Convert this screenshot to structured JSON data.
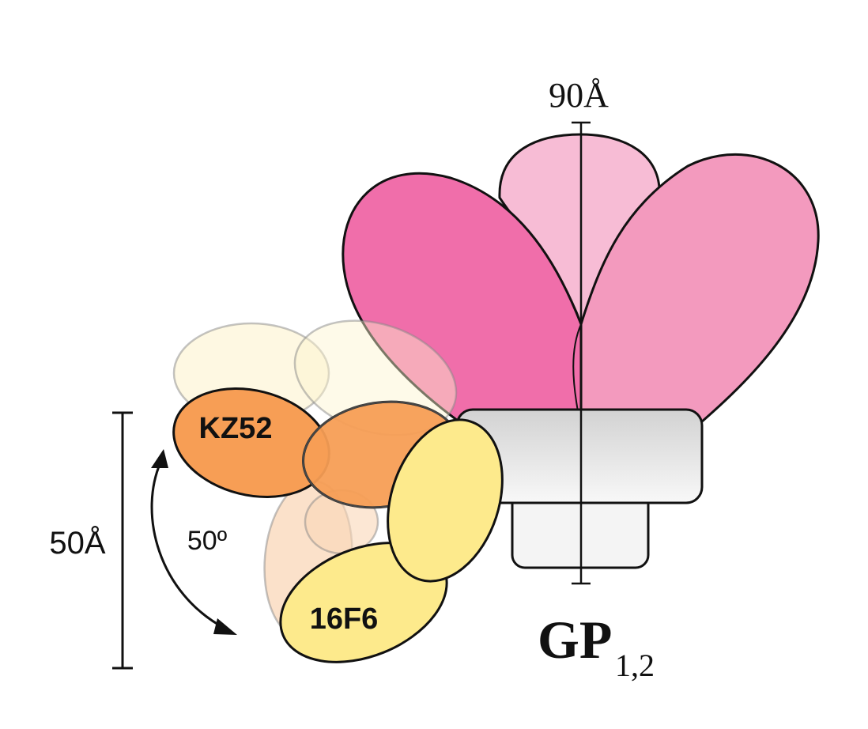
{
  "labels": {
    "width_label": "90Å",
    "height_label": "50Å",
    "angle_label": "50º",
    "antibody_1": "KZ52",
    "antibody_2": "16F6",
    "protein_main": "GP",
    "protein_sub": "1,2"
  },
  "colors": {
    "pink_dark": "#f06eaa",
    "pink_mid": "#f39abe",
    "pink_light": "#f7bcd5",
    "orange": "#f79e55",
    "orange_ghost": "#fad7b8",
    "yellow": "#fdea8c",
    "yellow_ghost": "#fdf3cf",
    "gray_light": "#f4f4f4",
    "gray_mid": "#dcdcdc",
    "outline": "#111111"
  }
}
